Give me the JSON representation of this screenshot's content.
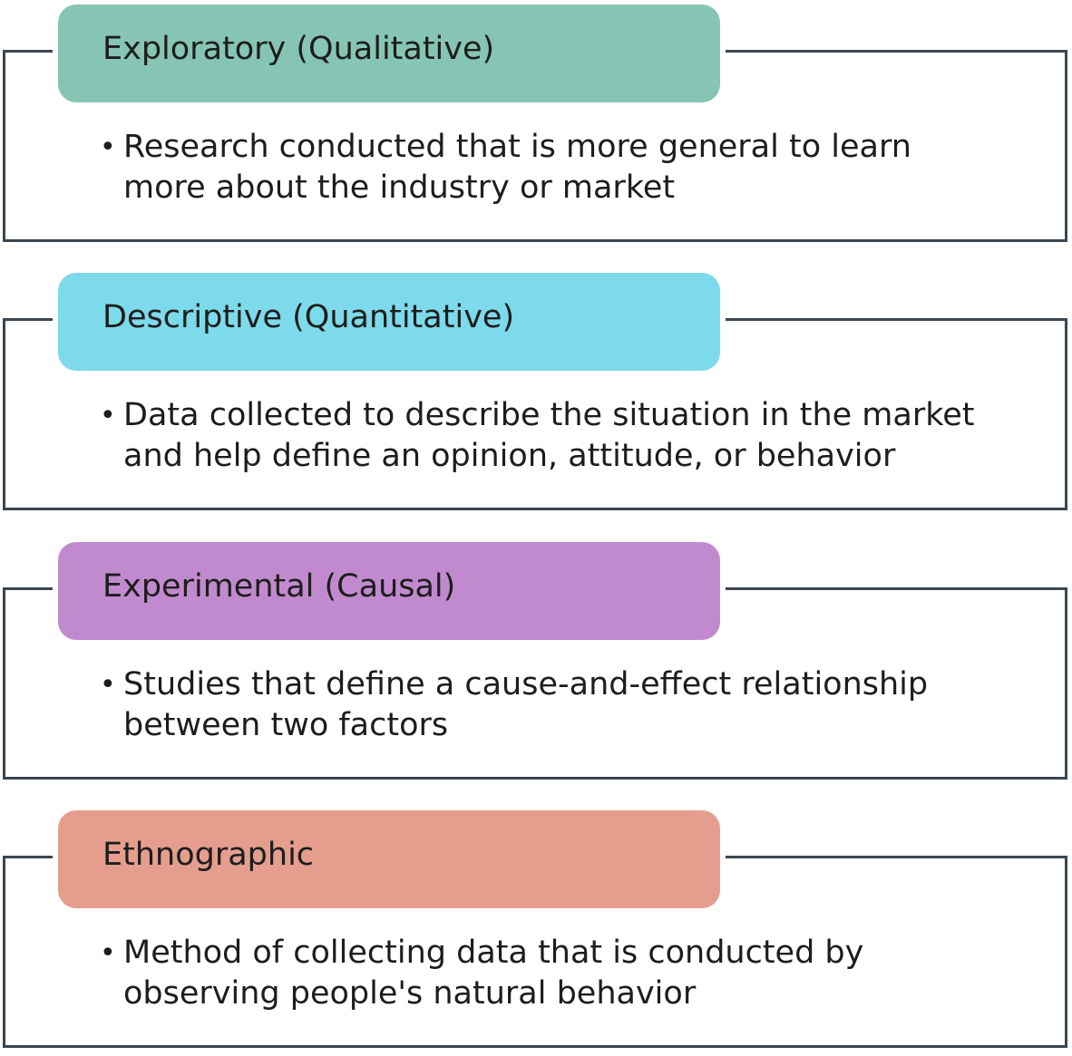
{
  "colors": {
    "exploratory": "#86c5b3",
    "descriptive": "#7ddaea",
    "experimental": "#c28ace",
    "ethnographic": "#e59e8e",
    "frame": "#3b4650"
  },
  "sections": [
    {
      "title": "Exploratory (Qualitative)",
      "bullet": "•",
      "text": "Research conducted that is more general to learn more about the industry or market"
    },
    {
      "title": "Descriptive (Quantitative)",
      "bullet": "•",
      "text": "Data collected to describe the situation in the market and help define an opinion, attitude, or behavior"
    },
    {
      "title": "Experimental (Causal)",
      "bullet": "•",
      "text": "Studies that define a cause-and-effect relationship between two factors"
    },
    {
      "title": "Ethnographic",
      "bullet": "•",
      "text": "Method of collecting data that is conducted by observing people's natural behavior"
    }
  ]
}
